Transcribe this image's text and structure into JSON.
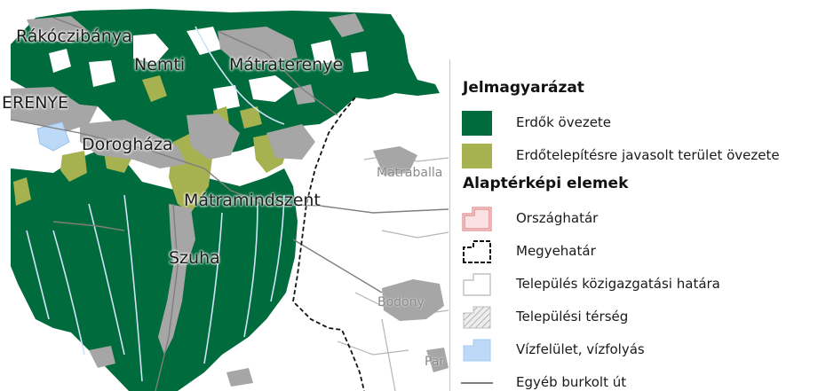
{
  "map": {
    "colors": {
      "forest": "#006b3c",
      "afforestation": "#a6b24f",
      "settlement": "#a6a6a6",
      "water": "#bcd9f7",
      "road": "#7f7f7f",
      "background": "#ffffff"
    },
    "places": [
      {
        "name": "Rákóczibánya",
        "kind": "major"
      },
      {
        "name": "Nemti",
        "kind": "major"
      },
      {
        "name": "Mátraterenye",
        "kind": "major"
      },
      {
        "name": "ERENYE",
        "kind": "major"
      },
      {
        "name": "Dorogháza",
        "kind": "major"
      },
      {
        "name": "Mátramindszent",
        "kind": "major"
      },
      {
        "name": "Szuha",
        "kind": "major"
      },
      {
        "name": "Mátraballa",
        "kind": "minor"
      },
      {
        "name": "Bodony",
        "kind": "minor"
      },
      {
        "name": "Par",
        "kind": "minor"
      }
    ]
  },
  "legend": {
    "title": "Jelmagyarázat",
    "zones": [
      {
        "label": "Erdők övezete",
        "symbol": "forest-fill-icon"
      },
      {
        "label": "Erdőtelepítésre javasolt terület övezete",
        "symbol": "afforestation-fill-icon"
      }
    ],
    "base_title": "Alaptérképi elemek",
    "base_items": [
      {
        "label": "Országhatár",
        "symbol": "country-border-icon"
      },
      {
        "label": "Megyehatár",
        "symbol": "county-border-icon"
      },
      {
        "label": "Település közigazgatási határa",
        "symbol": "municipal-border-icon"
      },
      {
        "label": "Települési térség",
        "symbol": "settlement-hatch-icon"
      },
      {
        "label": "Vízfelület, vízfolyás",
        "symbol": "water-icon"
      },
      {
        "label": "Egyéb burkolt út",
        "symbol": "road-line-icon"
      }
    ]
  }
}
